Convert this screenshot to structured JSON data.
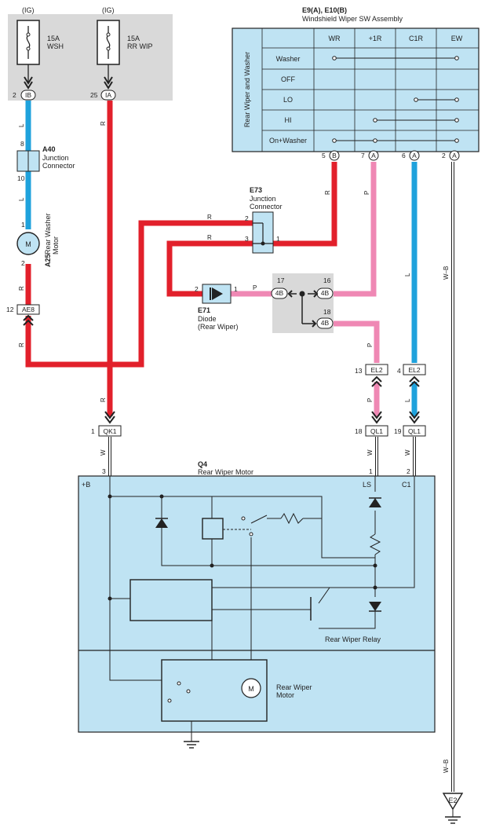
{
  "fuses": [
    {
      "source": "(IG)",
      "rating": "15A",
      "name": "WSH",
      "pin": "2",
      "connector": "IB"
    },
    {
      "source": "(IG)",
      "rating": "15A",
      "name": "RR WIP",
      "pin": "25",
      "connector": "IA"
    }
  ],
  "switch": {
    "id": "E9(A), E10(B)",
    "title": "Windshield Wiper SW Assembly",
    "row_header": "Rear Wiper and Washer",
    "columns": [
      "WR",
      "+1R",
      "C1R",
      "EW"
    ],
    "rows": [
      "Washer",
      "OFF",
      "LO",
      "HI",
      "On+Washer"
    ],
    "pins": [
      {
        "pin": "5",
        "conn": "B"
      },
      {
        "pin": "7",
        "conn": "A"
      },
      {
        "pin": "6",
        "conn": "A"
      },
      {
        "pin": "2",
        "conn": "A"
      }
    ]
  },
  "a40": {
    "id": "A40",
    "name_lines": [
      "Junction",
      "Connector"
    ],
    "pin_top": "8",
    "pin_bottom": "10"
  },
  "a25": {
    "id": "A25",
    "name_lines": [
      "Rear Washer",
      "Motor"
    ],
    "pin_top": "1",
    "pin_bottom": "2",
    "symbol": "M"
  },
  "e73": {
    "id": "E73",
    "name_lines": [
      "Junction",
      "Connector"
    ],
    "pins": [
      "2",
      "3",
      "1"
    ]
  },
  "e71": {
    "id": "E71",
    "name_lines": [
      "Diode",
      "(Rear Wiper)"
    ],
    "pins": [
      "2",
      "1"
    ]
  },
  "junction_4b": {
    "label": "4B",
    "pins": [
      "17",
      "16",
      "18"
    ]
  },
  "inline_connectors": [
    {
      "pin": "12",
      "label": "AE8"
    },
    {
      "pin": "1",
      "label": "QK1"
    },
    {
      "pin": "13",
      "label": "EL2"
    },
    {
      "pin": "4",
      "label": "EL2"
    },
    {
      "pin": "18",
      "label": "QL1"
    },
    {
      "pin": "19",
      "label": "QL1"
    }
  ],
  "wire_colors": {
    "L": "L",
    "R": "R",
    "P": "P",
    "W": "W",
    "WB": "W–B",
    "red": "#e2202b",
    "blue": "#1fa2dc",
    "pink": "#ef88b4",
    "sw_fill": "#bfe3f3",
    "panel": "#d9d9d9"
  },
  "q4": {
    "id": "Q4",
    "title": "Rear Wiper Motor",
    "terminals": [
      {
        "pin": "3",
        "name": "+B"
      },
      {
        "pin": "1",
        "name": "LS"
      },
      {
        "pin": "2",
        "name": "C1"
      }
    ],
    "relay_label": "Rear Wiper Relay",
    "motor_label_lines": [
      "Rear Wiper",
      "Motor"
    ],
    "motor_symbol": "M"
  },
  "ground": {
    "label": "E2"
  }
}
